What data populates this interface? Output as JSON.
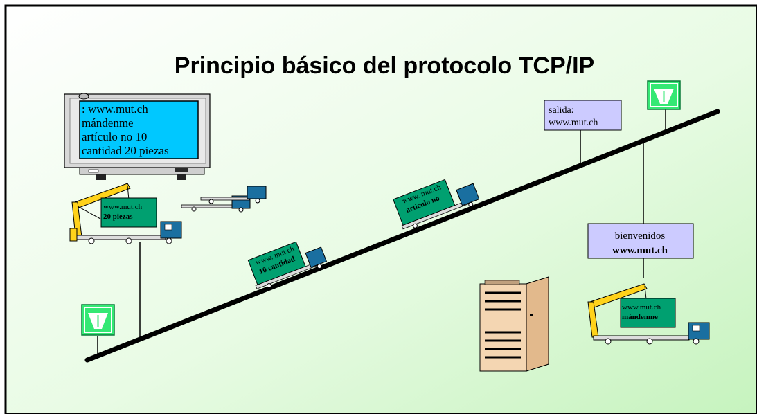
{
  "title": "Principio básico del protocolo TCP/IP",
  "monitor_screen": {
    "lines": [
      ": www.mut.ch",
      "mándenme",
      "artículo no 10",
      "cantidad 20 piezas"
    ]
  },
  "signs": {
    "exit": {
      "line1": "salida:",
      "line2": "www.mut.ch"
    },
    "welcome": {
      "line1": "bienvenidos",
      "line2": "www.mut.ch"
    }
  },
  "loads": {
    "crane_left": {
      "line1": "www.mut.ch",
      "line2": "20 piezas"
    },
    "truck_low": {
      "line1": "www. mut.ch",
      "line2": "10 cantidad"
    },
    "truck_mid": {
      "line1": "www. mut.ch",
      "line2": "artículo no"
    },
    "crane_right": {
      "line1": "www.mut.ch",
      "line2": "mándenme"
    }
  },
  "colors": {
    "background_start": "#ffffff",
    "background_end": "#c8f5c0",
    "screen": "#00c8ff",
    "load_panel": "#00a070",
    "sign_box": "#cccbff",
    "highway_sign": "#2ee86e",
    "crane": "#ffd21a",
    "truck_cab": "#1a6fa0",
    "server": "#f0cfa8"
  }
}
